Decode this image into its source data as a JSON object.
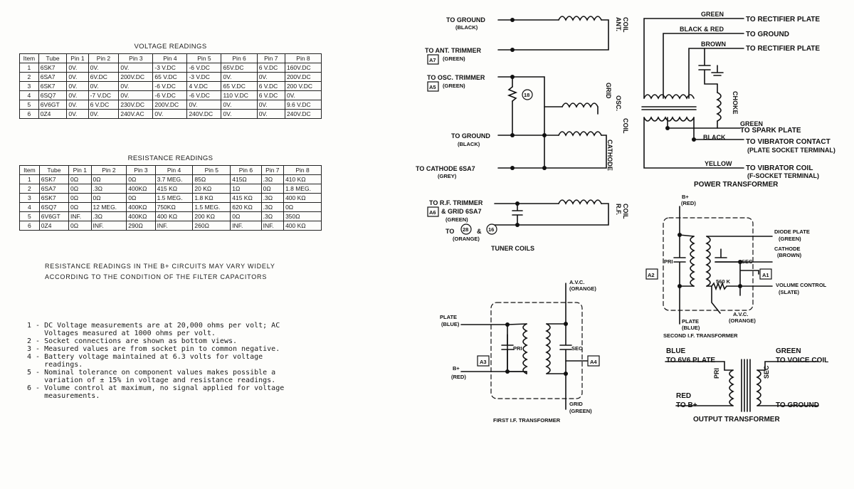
{
  "voltage": {
    "title": "VOLTAGE READINGS",
    "headers": [
      "Item",
      "Tube",
      "Pin 1",
      "Pin 2",
      "Pin 3",
      "Pin 4",
      "Pin 5",
      "Pin 6",
      "Pin 7",
      "Pin 8"
    ],
    "rows": [
      [
        "1",
        "6SK7",
        "0V.",
        "0V.",
        "0V.",
        "-3 V.DC",
        "-6 V.DC",
        "65V.DC",
        "6 V.DC",
        "160V.DC"
      ],
      [
        "2",
        "6SA7",
        "0V.",
        "6V.DC",
        "200V.DC",
        "65 V.DC",
        "-3 V.DC",
        "0V.",
        "0V.",
        "200V.DC"
      ],
      [
        "3",
        "6SK7",
        "0V.",
        "0V.",
        "0V.",
        "-6 V.DC",
        "4 V.DC",
        "65 V.DC",
        "6 V.DC",
        "200 V.DC"
      ],
      [
        "4",
        "6SQ7",
        "0V.",
        "-7 V.DC",
        "0V.",
        "-6 V.DC",
        "-6 V.DC",
        "110 V.DC",
        "6 V.DC",
        "0V."
      ],
      [
        "5",
        "6V6GT",
        "0V.",
        "6 V.DC",
        "230V.DC",
        "200V.DC",
        "0V.",
        "0V.",
        "0V.",
        "9.6 V.DC"
      ],
      [
        "6",
        "0Z4",
        "0V.",
        "0V.",
        "240V.AC",
        "0V.",
        "240V.DC",
        "0V.",
        "0V.",
        "240V.DC"
      ]
    ]
  },
  "resistance": {
    "title": "RESISTANCE READINGS",
    "headers": [
      "Item",
      "Tube",
      "Pin 1",
      "Pin 2",
      "Pin 3",
      "Pin 4",
      "Pin 5",
      "Pin 6",
      "Pin 7",
      "Pin 8"
    ],
    "rows": [
      [
        "1",
        "6SK7",
        "0Ω",
        "0Ω",
        "0Ω",
        "3.7 MEG.",
        "85Ω",
        "415Ω",
        ".3Ω",
        "410 KΩ"
      ],
      [
        "2",
        "6SA7",
        "0Ω",
        ".3Ω",
        "400KΩ",
        "415 KΩ",
        "20 KΩ",
        "1Ω",
        "0Ω",
        "1.8 MEG."
      ],
      [
        "3",
        "6SK7",
        "0Ω",
        "0Ω",
        "0Ω",
        "1.5 MEG.",
        "1.8 KΩ",
        "415 KΩ",
        ".3Ω",
        "400 KΩ"
      ],
      [
        "4",
        "6SQ7",
        "0Ω",
        "12 MEG.",
        "400KΩ",
        "750KΩ",
        "1.5 MEG.",
        "620 KΩ",
        ".3Ω",
        "0Ω"
      ],
      [
        "5",
        "6V6GT",
        "INF.",
        ".3Ω",
        "400KΩ",
        "400 KΩ",
        "200 KΩ",
        "0Ω",
        ".3Ω",
        "350Ω"
      ],
      [
        "6",
        "0Z4",
        "0Ω",
        "INF.",
        "290Ω",
        "INF.",
        "260Ω",
        "INF.",
        "INF.",
        "400 KΩ"
      ]
    ]
  },
  "warning": {
    "line1": "RESISTANCE READINGS IN THE B+ CIRCUITS MAY VARY WIDELY",
    "line2": "ACCORDING TO THE CONDITION OF THE FILTER CAPACITORS"
  },
  "notes": [
    "1 - DC Voltage measurements are at 20,000 ohms per volt; AC",
    "    Voltages measured at 1000 ohms per volt.",
    "2 - Socket connections are shown as bottom views.",
    "3 - Measured values are from socket pin to common negative.",
    "4 - Battery voltage maintained at 6.3 volts for voltage",
    "    readings.",
    "5 - Nominal tolerance on component values makes possible a",
    "    variation of ± 15% in voltage and resistance readings.",
    "6 - Volume control at maximum, no signal applied for voltage",
    "    measurements."
  ],
  "tuner": {
    "title": "TUNER COILS",
    "to_ground_black_1": "TO GROUND",
    "black": "(BLACK)",
    "to_ant_trimmer": "TO ANT. TRIMMER",
    "green": "(GREEN)",
    "a7": "A7",
    "to_osc_trimmer": "TO OSC. TRIMMER",
    "a5": "A5",
    "r18": "18",
    "to_ground_2": "TO GROUND",
    "to_cathode": "TO CATHODE 6SA7",
    "grey": "(GREY)",
    "to_rf_trimmer": "TO R.F. TRIMMER",
    "a6": "A6",
    "grid_6sa7": "& GRID 6SA7",
    "to": "TO",
    "c28": "28",
    "amp": "&",
    "c16": "16",
    "orange": "(ORANGE)",
    "ant": "ANT.",
    "coil": "COIL",
    "grid": "GRID",
    "osc": "OSC.",
    "coil2": "COIL",
    "cathode": "CATHODE",
    "rf": "R.F.",
    "coil3": "COIL"
  },
  "first_if": {
    "title": "FIRST I.F. TRANSFORMER",
    "plate": "PLATE",
    "blue": "(BLUE)",
    "bplus": "B+",
    "red": "(RED)",
    "avc": "A.V.C.",
    "orange": "(ORANGE)",
    "grid": "GRID",
    "green": "(GREEN)",
    "pri": "PRI",
    "sec": "SEC",
    "a3": "A3",
    "a4": "A4"
  },
  "power": {
    "title": "POWER TRANSFORMER",
    "green": "GREEN",
    "to_rect_plate": "TO RECTIFIER PLATE",
    "black_red": "BLACK & RED",
    "to_ground": "TO GROUND",
    "brown": "BROWN",
    "to_rect_plate2": "TO RECTIFIER PLATE",
    "choke": "CHOKE",
    "green2": "GREEN",
    "to_spark": "TO SPARK PLATE",
    "black": "BLACK",
    "to_vibrator": "TO VIBRATOR CONTACT",
    "plate_socket": "(PLATE SOCKET TERMINAL)",
    "yellow": "YELLOW",
    "to_vib_coil": "TO VIBRATOR COIL",
    "f_socket": "(F-SOCKET TERMINAL)"
  },
  "second_if": {
    "title": "SECOND I.F. TRANSFORMER",
    "bplus": "B+",
    "red": "(RED)",
    "diode": "DIODE PLATE",
    "green": "(GREEN)",
    "cathode": "CATHODE",
    "brown": "(BROWN)",
    "pri": "PRI",
    "sec": "SEC",
    "a2": "A2",
    "a1": "A1",
    "r560": "560 K",
    "volume": "VOLUME CONTROL",
    "slate": "(SLATE)",
    "plate": "PLATE",
    "blue": "(BLUE)",
    "avc": "A.V.C.",
    "orange": "(ORANGE)"
  },
  "output": {
    "title": "OUTPUT TRANSFORMER",
    "blue": "BLUE",
    "to_6v6": "TO 6V6 PLATE",
    "green": "GREEN",
    "to_voice": "TO VOICE COIL",
    "red": "RED",
    "to_bplus": "TO B+",
    "to_ground": "TO GROUND",
    "pri": "PRI",
    "sec": "SEC"
  }
}
